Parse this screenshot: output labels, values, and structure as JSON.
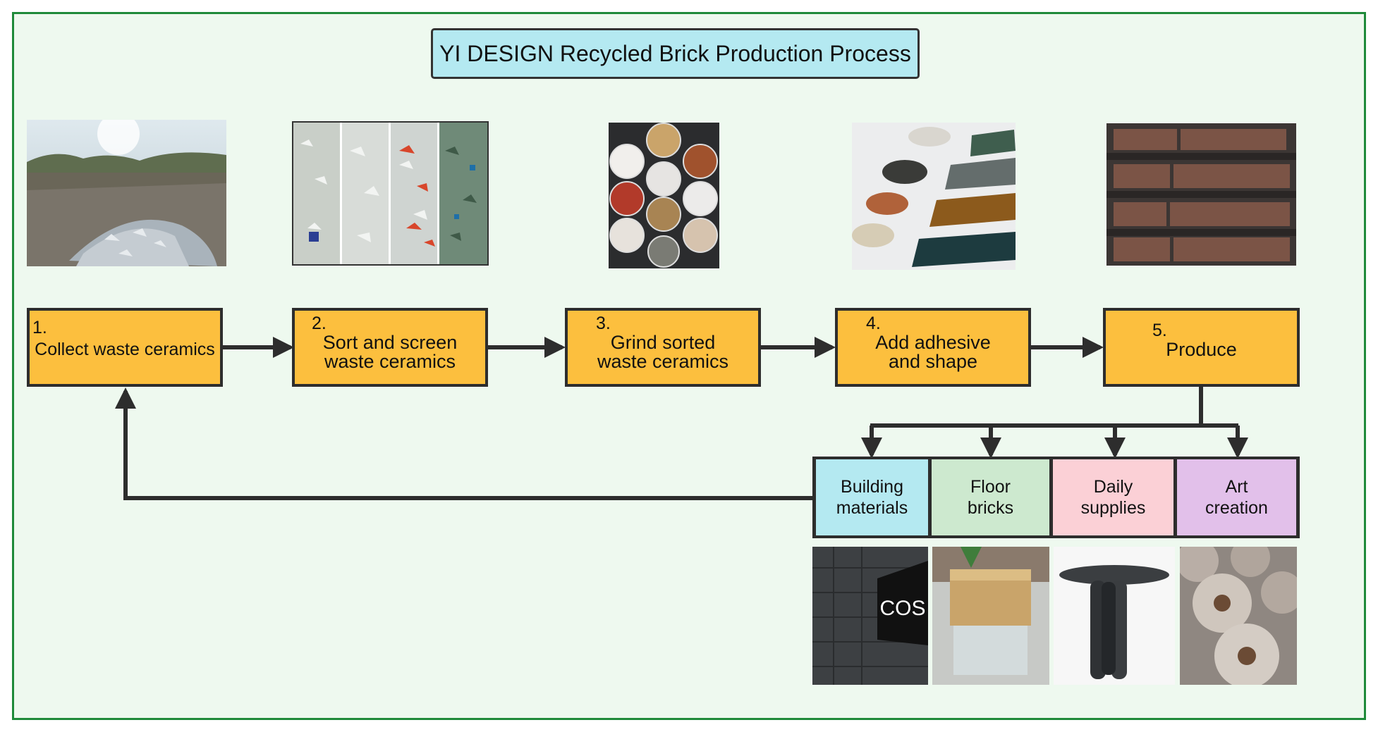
{
  "title": "YI DESIGN Recycled Brick Production Process",
  "steps": [
    {
      "number": "1.",
      "label": "Collect waste ceramics"
    },
    {
      "number": "2.",
      "label": "Sort and screen\nwaste ceramics"
    },
    {
      "number": "3.",
      "label": "Grind sorted\nwaste ceramics"
    },
    {
      "number": "4.",
      "label": "Add adhesive\nand shape"
    },
    {
      "number": "5.",
      "label": "Produce"
    }
  ],
  "categories": [
    {
      "label": "Building\nmaterials",
      "color": "#b4e9f1"
    },
    {
      "label": "Floor\nbricks",
      "color": "#cde9cf"
    },
    {
      "label": "Daily\nsupplies",
      "color": "#fbd0d6"
    },
    {
      "label": "Art\ncreation",
      "color": "#e2c0ea"
    }
  ],
  "sign_text": "COS",
  "colors": {
    "frame": "#1f8a3a",
    "background": "#eef9ef",
    "step_fill": "#fcbf3e",
    "title_fill": "#b4e9f1",
    "connector": "#2d2d2d"
  }
}
